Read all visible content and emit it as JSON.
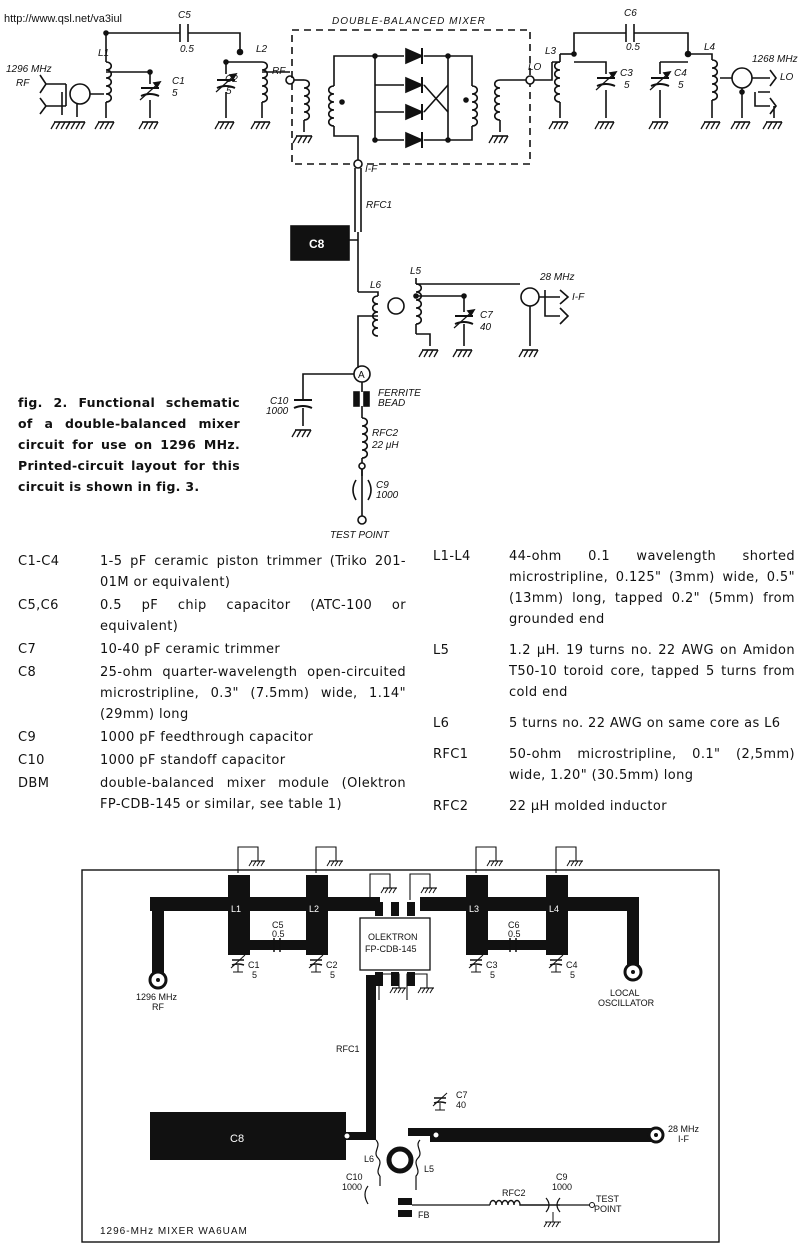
{
  "header": {
    "url": "http://www.qsl.net/va3iul"
  },
  "schematic": {
    "rf_freq": "1296 MHz",
    "rf_port": "RF",
    "lo_freq": "1268 MHz",
    "lo_port": "LO",
    "dbm_title": "DOUBLE-BALANCED MIXER",
    "dbm_rf": "RF",
    "dbm_lo": "LO",
    "dbm_if": "I-F",
    "if_freq": "28 MHz",
    "if_port": "I-F",
    "labels": {
      "L1": "L1",
      "L2": "L2",
      "L3": "L3",
      "L4": "L4",
      "L5": "L5",
      "L6": "L6",
      "C1": "C1",
      "C1v": "5",
      "C2": "C2",
      "C2v": "5",
      "C3": "C3",
      "C3v": "5",
      "C4": "C4",
      "C4v": "5",
      "C5": "C5",
      "C5v": "0.5",
      "C6": "C6",
      "C6v": "0.5",
      "C7": "C7",
      "C7v": "40",
      "C8": "C8",
      "C9": "C9",
      "C9v": "1000",
      "C10": "C10",
      "C10v": "1000",
      "RFC1": "RFC1",
      "RFC2": "RFC2",
      "RFC2v": "22 μH",
      "ammeter": "A",
      "ferrite1": "FERRITE",
      "ferrite2": "BEAD",
      "test_point": "TEST POINT"
    }
  },
  "caption": "fig. 2. Functional schematic of a double-balanced mixer circuit for use on 1296 MHz. Printed-circuit layout for this circuit is shown in fig. 3.",
  "parts_left": [
    {
      "ref": "C1-C4",
      "desc": "1-5 pF ceramic piston trimmer (Triko 201-01M or equivalent)"
    },
    {
      "ref": "C5,C6",
      "desc": "0.5 pF chip capacitor (ATC-100 or equivalent)"
    },
    {
      "ref": "C7",
      "desc": "10-40 pF ceramic trimmer"
    },
    {
      "ref": "C8",
      "desc": "25-ohm quarter-wavelength open-circuited microstripline, 0.3\" (7.5mm) wide, 1.14\" (29mm) long"
    },
    {
      "ref": "C9",
      "desc": "1000 pF feedthrough capacitor"
    },
    {
      "ref": "C10",
      "desc": "1000 pF standoff capacitor"
    },
    {
      "ref": "DBM",
      "desc": "double-balanced mixer module (Olektron FP-CDB-145 or similar, see table 1)"
    }
  ],
  "parts_right": [
    {
      "ref": "L1-L4",
      "desc": "44-ohm 0.1 wavelength shorted microstripline, 0.125\" (3mm) wide, 0.5\" (13mm) long, tapped 0.2\" (5mm) from grounded end"
    },
    {
      "ref": "L5",
      "desc": "1.2 μH. 19 turns no. 22 AWG on Amidon T50-10 toroid core, tapped 5 turns from cold end"
    },
    {
      "ref": "L6",
      "desc": "5 turns no. 22 AWG on same core as L6"
    },
    {
      "ref": "RFC1",
      "desc": "50-ohm microstripline, 0.1\" (2,5mm) wide, 1.20\" (30.5mm) long"
    },
    {
      "ref": "RFC2",
      "desc": "22 μH molded inductor"
    }
  ],
  "pcb": {
    "chip_line1": "OLEKTRON",
    "chip_line2": "FP-CDB-145",
    "L1": "L1",
    "L2": "L2",
    "L3": "L3",
    "L4": "L4",
    "L5": "L5",
    "L6": "L6",
    "C1": "C1",
    "C1v": "5",
    "C2": "C2",
    "C2v": "5",
    "C3": "C3",
    "C3v": "5",
    "C4": "C4",
    "C4v": "5",
    "C5": "C5",
    "C5v": "0.5",
    "C6": "C6",
    "C6v": "0.5",
    "C7": "C7",
    "C7v": "40",
    "C8": "C8",
    "C9": "C9",
    "C9v": "1000",
    "C10": "C10",
    "C10v": "1000",
    "RFC1": "RFC1",
    "RFC2": "RFC2",
    "FB": "FB",
    "rf1": "1296 MHz",
    "rf2": "RF",
    "lo1": "LOCAL",
    "lo2": "OSCILLATOR",
    "if1": "28 MHz",
    "if2": "I-F",
    "tp1": "TEST",
    "tp2": "POINT",
    "footer": "1296-MHz  MIXER   WA6UAM"
  }
}
